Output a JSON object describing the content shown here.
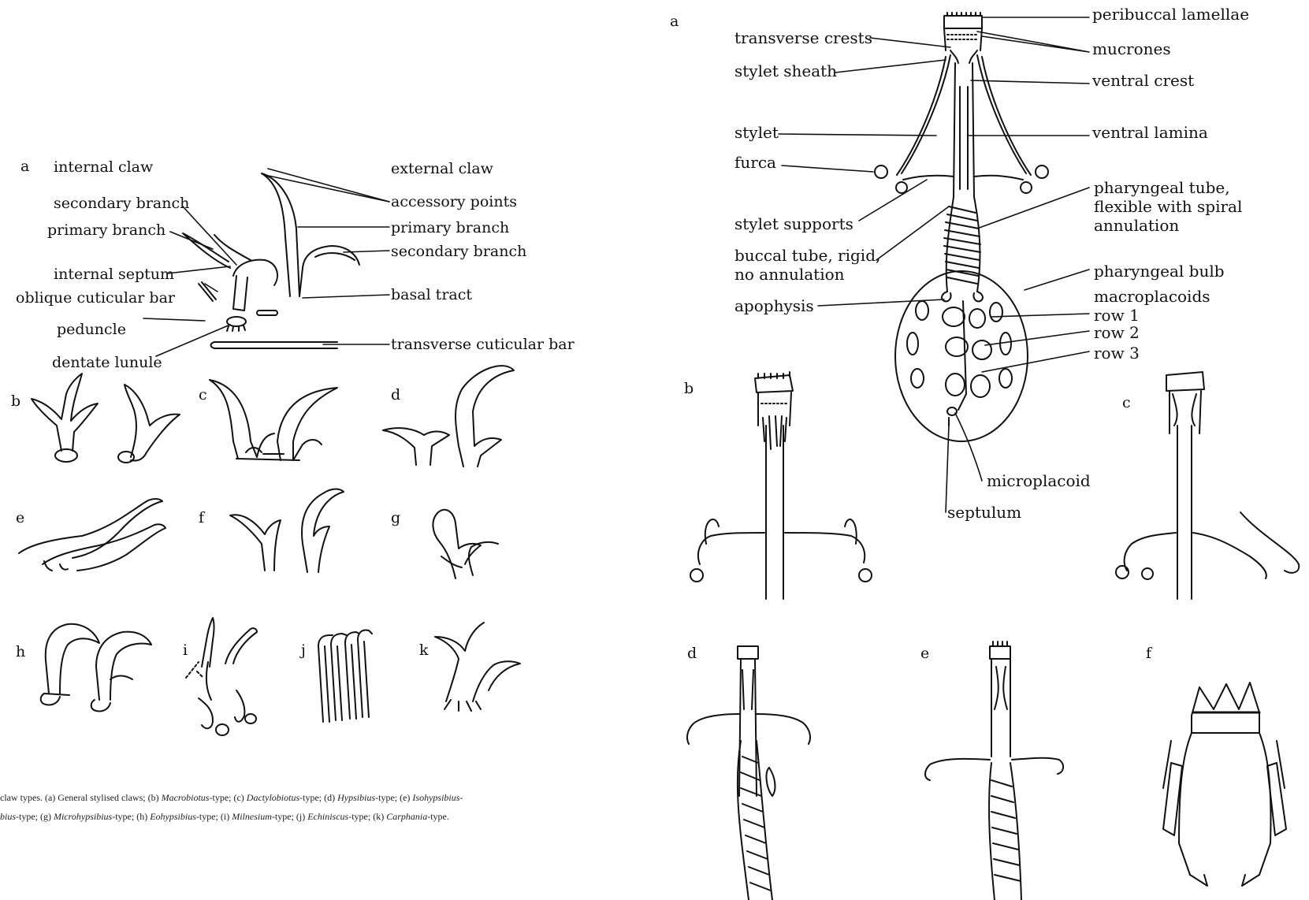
{
  "left_figure": {
    "panel_letters": [
      "a",
      "b",
      "c",
      "d",
      "e",
      "f",
      "g",
      "h",
      "i",
      "j",
      "k"
    ],
    "labels": {
      "internal_claw": "internal claw",
      "external_claw": "external claw",
      "secondary_branch_left": "secondary branch",
      "primary_branch_left": "primary branch",
      "internal_septum": "internal septum",
      "oblique_cuticular_bar": "oblique cuticular bar",
      "peduncle": "peduncle",
      "dentate_lunule": "dentate lunule",
      "accessory_points": "accessory points",
      "primary_branch_right": "primary branch",
      "secondary_branch_right": "secondary branch",
      "basal_tract": "basal tract",
      "transverse_cuticular_bar": "transverse cuticular bar"
    },
    "caption": {
      "line1_parts": [
        "claw types. (a) General stylised claws; (b) ",
        "Macrobiotus",
        "-type; (c) ",
        "Dactylobiotus",
        "-type; (d) ",
        "Hypsibius",
        "-type; (e) ",
        "Isohypsibius-"
      ],
      "line2_parts": [
        "bius",
        "-type; (g) ",
        "Microhypsibius",
        "-type; (h) ",
        "Eohypsibius",
        "-type; (i) ",
        "Milnesium",
        "-type; (j) ",
        "Echiniscus",
        "-type; (k) ",
        "Carphania",
        "-type."
      ]
    }
  },
  "right_figure": {
    "panel_letters": [
      "a",
      "b",
      "c",
      "d",
      "e",
      "f"
    ],
    "labels": {
      "peribuccal_lamellae": "peribuccal lamellae",
      "transverse_crests": "transverse crests",
      "mucrones": "mucrones",
      "stylet_sheath": "stylet sheath",
      "ventral_crest": "ventral crest",
      "stylet": "stylet",
      "ventral_lamina": "ventral lamina",
      "furca": "furca",
      "pharyngeal_tube_1": "pharyngeal tube,",
      "pharyngeal_tube_2": "flexible with spiral",
      "pharyngeal_tube_3": "annulation",
      "stylet_supports": "stylet supports",
      "buccal_tube_1": "buccal tube, rigid,",
      "buccal_tube_2": "no annulation",
      "pharyngeal_bulb": "pharyngeal bulb",
      "macroplacoids": "macroplacoids",
      "apophysis": "apophysis",
      "row1": "row 1",
      "row2": "row 2",
      "row3": "row 3",
      "microplacoid": "microplacoid",
      "septulum": "septulum"
    }
  }
}
